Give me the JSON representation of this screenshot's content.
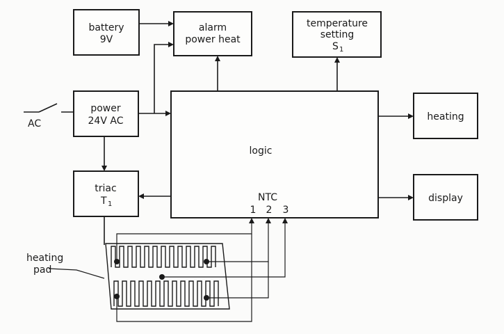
{
  "blocks": {
    "battery": [
      "battery",
      "9V"
    ],
    "alarm": [
      "alarm",
      "power heat"
    ],
    "temperature": [
      "temperature",
      "setting"
    ],
    "temperature_symbol": "S",
    "temperature_sub": "1",
    "power": [
      "power",
      "24V AC"
    ],
    "logic": "logic",
    "heating": "heating",
    "display": "display",
    "triac": "triac",
    "triac_symbol": "T",
    "triac_sub": "1"
  },
  "labels": {
    "ac": "AC",
    "ntc": "NTC",
    "ntc_pins": [
      "1",
      "2",
      "3"
    ],
    "heating_pad": [
      "heating",
      "pad"
    ]
  }
}
